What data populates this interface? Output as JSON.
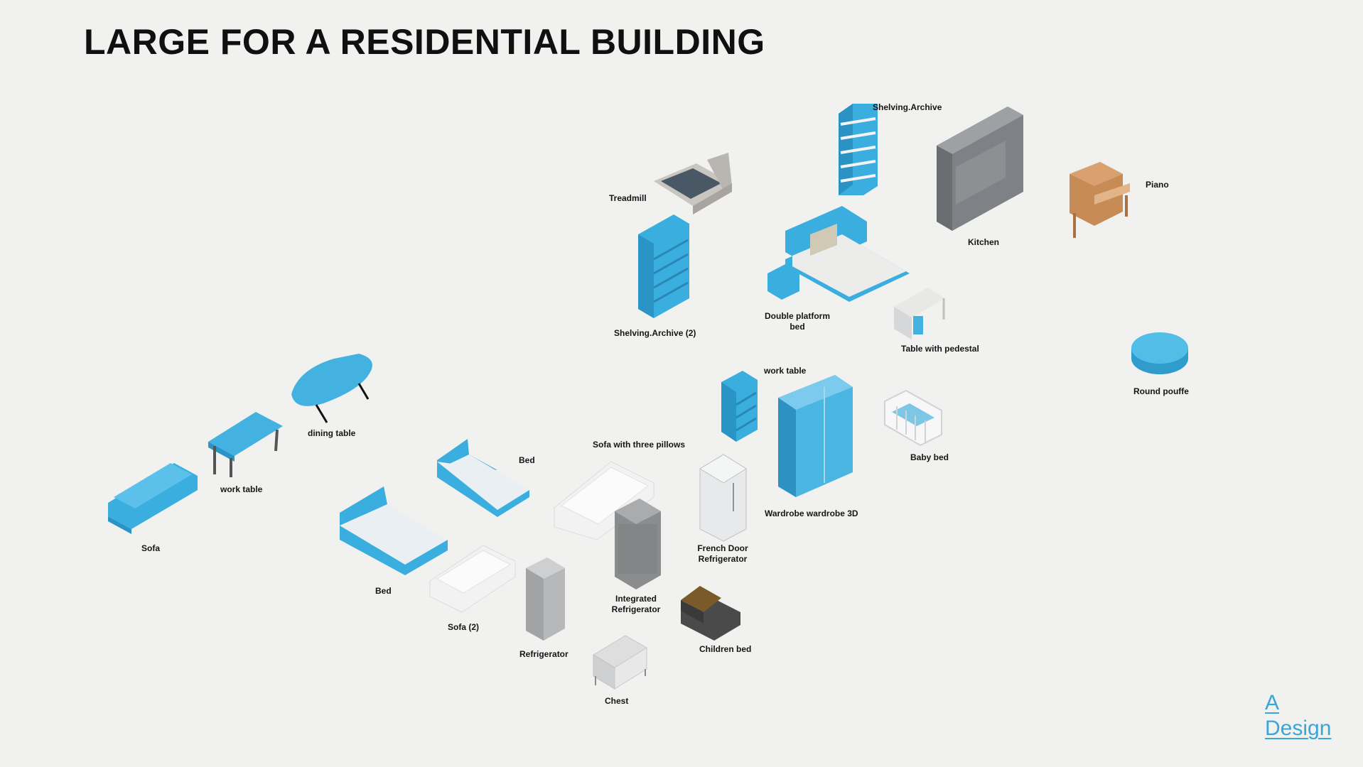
{
  "slide": {
    "title": "LARGE FOR A RESIDENTIAL BUILDING"
  },
  "colors": {
    "accent": "#44b2e0",
    "background": "#f1f1ef"
  },
  "items": {
    "shelving_archive": "Shelving.Archive",
    "piano": "Piano",
    "treadmill": "Treadmill",
    "kitchen": "Kitchen",
    "shelving_archive_2": "Shelving.Archive (2)",
    "double_bed_line1": "Double platform",
    "double_bed_line2": "bed",
    "table_pedestal": "Table with pedestal",
    "round_pouffe": "Round pouffe",
    "work_table_2": "work table",
    "dining_table": "dining table",
    "bed_1": "Bed",
    "sofa_pillows": "Sofa with three pillows",
    "baby_bed": "Baby bed",
    "work_table_1": "work table",
    "wardrobe": "Wardrobe wardrobe 3D",
    "sofa": "Sofa",
    "french_ref_line1": "French Door",
    "french_ref_line2": "Refrigerator",
    "bed_2": "Bed",
    "integrated_ref_line1": "Integrated",
    "integrated_ref_line2": "Refrigerator",
    "sofa_2": "Sofa (2)",
    "children_bed": "Children bed",
    "refrigerator": "Refrigerator",
    "chest": "Chest"
  },
  "logo": {
    "line1": "A",
    "line2": "Design"
  }
}
